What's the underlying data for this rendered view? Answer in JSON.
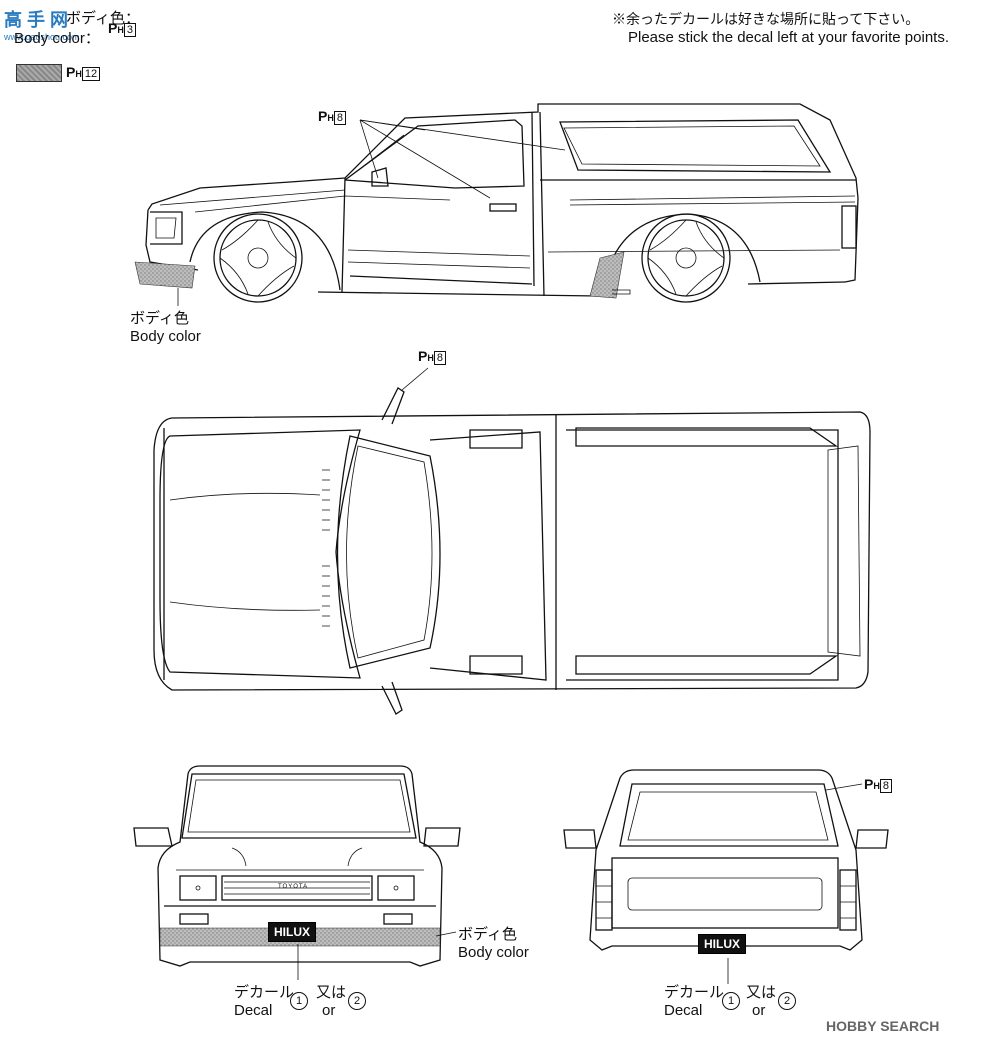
{
  "watermark": {
    "brand": "高 手 网",
    "url": "www.gaoshou.com"
  },
  "legend": {
    "body_color_jp": "ボディ色：",
    "body_color_en": "Body color：",
    "ref_main": "P",
    "ref_sub": "H",
    "body_color_num": "3",
    "swatch_num": "12"
  },
  "note": {
    "jp": "※余ったデカールは好きな場所に貼って下さい。",
    "en": "Please stick the decal left at your favorite points."
  },
  "callouts": {
    "side_ref_num": "8",
    "top_ref_num": "8",
    "rear_ref_num": "8",
    "side_body_jp": "ボディ色",
    "side_body_en": "Body color",
    "front_body_jp": "ボディ色",
    "front_body_en": "Body color"
  },
  "front_view": {
    "grille_badge": "TOYOTA",
    "plate": "HILUX",
    "decal_jp": "デカール",
    "decal_en": "Decal",
    "opt1": "1",
    "or_jp": "又は",
    "or_en": "or",
    "opt2": "2"
  },
  "rear_view": {
    "plate": "HILUX",
    "decal_jp": "デカール",
    "decal_en": "Decal",
    "opt1": "1",
    "or_jp": "又は",
    "or_en": "or",
    "opt2": "2"
  },
  "footer": {
    "logo": "HOBBY SEARCH"
  }
}
